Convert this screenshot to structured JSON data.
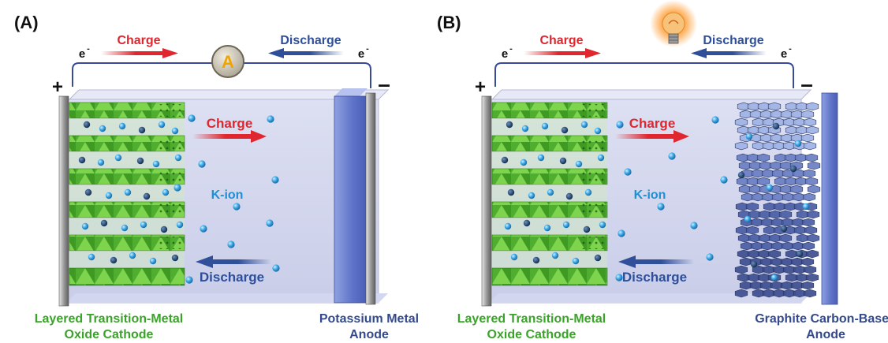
{
  "colors": {
    "charge": "#e0262e",
    "discharge": "#2f4f9a",
    "cathode_label": "#3aa329",
    "anode_label": "#344a8c",
    "ion_label": "#1e90d4",
    "wire": "#3a4a9a"
  },
  "panels": [
    {
      "id": "A",
      "panel_label": "(A)",
      "electron_left": "e",
      "electron_right": "e",
      "electron_sup": "-",
      "wire_charge": "Charge",
      "wire_discharge": "Discharge",
      "terminal_plus": "+",
      "terminal_minus": "–",
      "meter_symbol": "A",
      "meter_icon": "ammeter-icon",
      "inner_charge": "Charge",
      "inner_discharge": "Discharge",
      "ion_label": "K-ion",
      "cathode_line1": "Layered Transition-Metal",
      "cathode_line2": "Oxide Cathode",
      "anode_line1": "Potassium Metal",
      "anode_line2": "Anode"
    },
    {
      "id": "B",
      "panel_label": "(B)",
      "electron_left": "e",
      "electron_right": "e",
      "electron_sup": "-",
      "wire_charge": "Charge",
      "wire_discharge": "Discharge",
      "terminal_plus": "+",
      "terminal_minus": "–",
      "meter_icon": "light-bulb-icon",
      "inner_charge": "Charge",
      "inner_discharge": "Discharge",
      "ion_label": "K-ion",
      "cathode_line1": "Layered Transition-Metal",
      "cathode_line2": "Oxide Cathode",
      "anode_line1": "Graphite Carbon-Based",
      "anode_line2": "Anode"
    }
  ]
}
